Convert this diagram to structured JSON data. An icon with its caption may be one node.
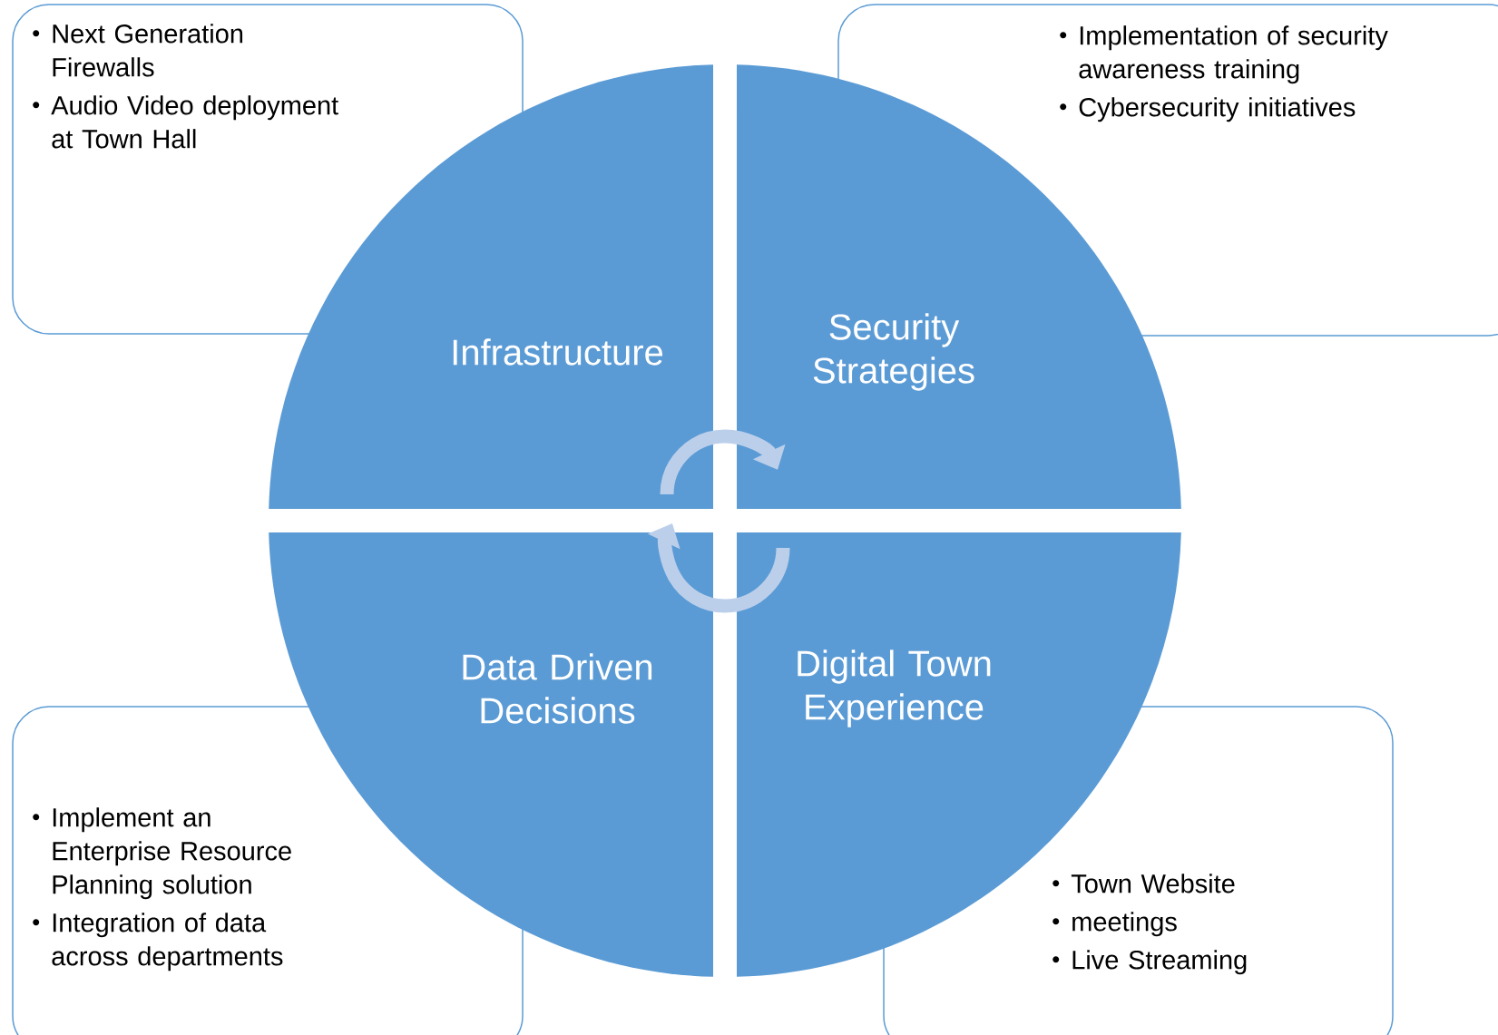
{
  "diagram": {
    "nodes": [
      {
        "text": [
          "Infrastructure"
        ]
      },
      {
        "text": [
          "Security Strategies"
        ]
      },
      {
        "text": [
          "Data Driven Decisions"
        ]
      },
      {
        "text": [
          "Digital Town Experience"
        ]
      },
      {
        "text": [
          "Next Generation Firewalls",
          "Audio Video deployment  at Town Hall"
        ]
      },
      {
        "text": [
          "Implementation of security awareness training",
          "Cybersecurity initiatives"
        ]
      },
      {
        "text": [
          "Implement an Enterprise Resource Planning solution",
          "Integration of data across departments"
        ]
      },
      {
        "text": [
          "Town Website",
          "meetings",
          "Live Streaming"
        ]
      }
    ]
  }
}
